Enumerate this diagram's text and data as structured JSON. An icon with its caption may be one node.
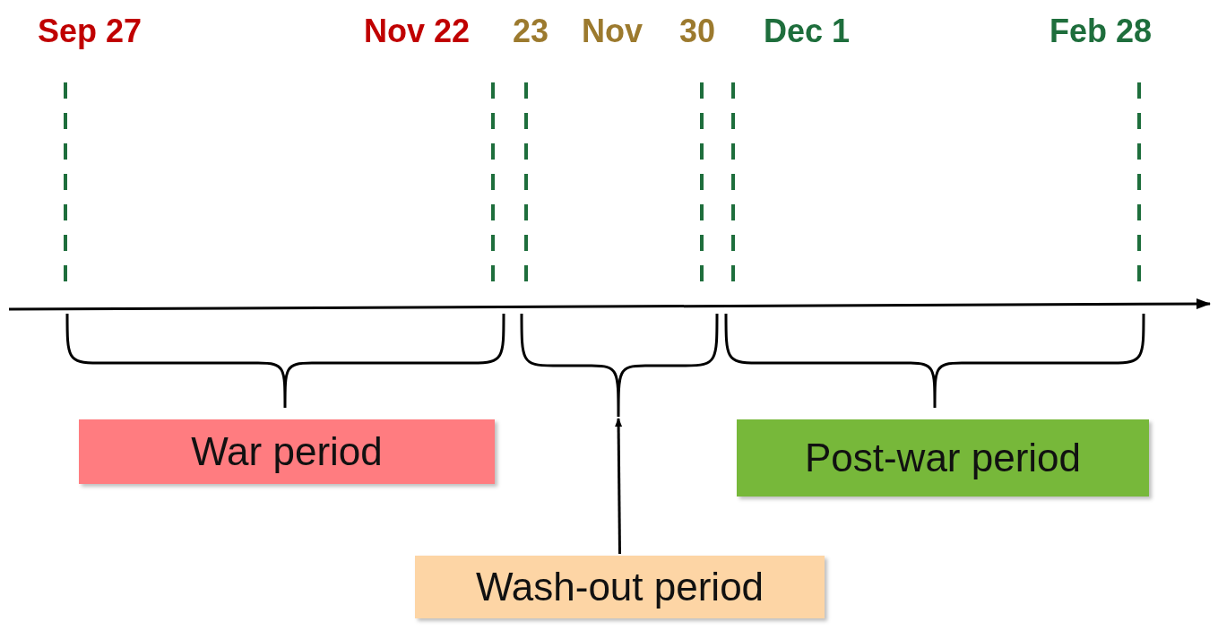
{
  "diagram": {
    "nodes": [
      {
        "text": [],
        "shape": "brace"
      },
      {
        "text": [],
        "shape": "brace"
      },
      {
        "text": [],
        "shape": "brace"
      },
      {
        "text": [
          "War period"
        ]
      },
      {
        "text": [
          "Post-war period"
        ]
      },
      {
        "text": [
          "Wash-out period"
        ]
      }
    ],
    "edges": [
      {
        "from": 5,
        "to": 1,
        "arrow": "to"
      }
    ],
    "labels": [
      "Sep 27",
      "Nov 22",
      "23",
      "Nov",
      "30",
      "Dec 1",
      "Feb 28"
    ]
  }
}
